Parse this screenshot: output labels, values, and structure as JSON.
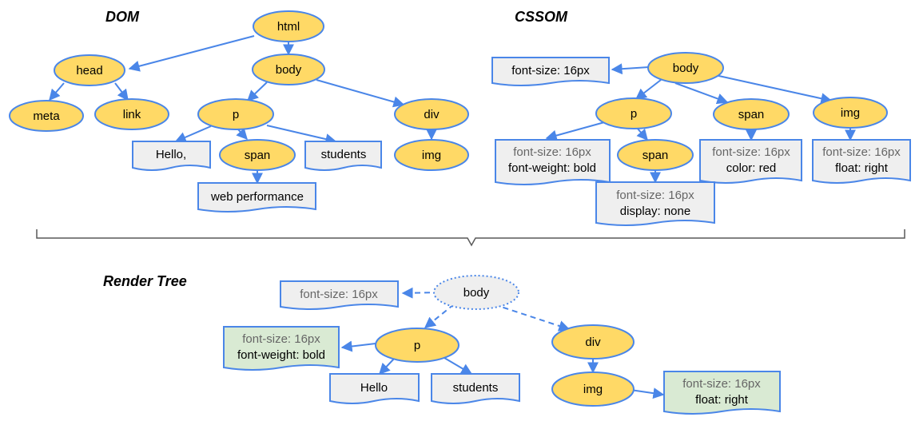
{
  "titles": {
    "dom": "DOM",
    "cssom": "CSSOM",
    "render_tree": "Render Tree"
  },
  "colors": {
    "ellipse_fill": "#FFD966",
    "stroke": "#4A86E8",
    "doc_fill": "#EFEFEF",
    "doc_fill_highlight": "#D9EAD3",
    "inherited_text": "#666666",
    "bracket": "#595959"
  },
  "dom": {
    "html": "html",
    "head": "head",
    "body": "body",
    "meta": "meta",
    "link": "link",
    "p": "p",
    "div": "div",
    "hello": "Hello,",
    "span": "span",
    "students": "students",
    "img": "img",
    "web_performance": "web performance"
  },
  "cssom": {
    "body": "body",
    "body_style": "font-size: 16px",
    "p": "p",
    "span_top": "span",
    "img": "img",
    "p_style_inherited": "font-size: 16px",
    "p_style_own": "font-weight: bold",
    "span_nested": "span",
    "span_top_style_inherited": "font-size: 16px",
    "span_top_style_own": "color: red",
    "img_style_inherited": "font-size: 16px",
    "img_style_own": "float: right",
    "span_nested_style_inherited": "font-size: 16px",
    "span_nested_style_own": "display: none"
  },
  "render_tree": {
    "body": "body",
    "body_style": "font-size: 16px",
    "p": "p",
    "div": "div",
    "p_style_inherited": "font-size: 16px",
    "p_style_own": "font-weight: bold",
    "hello": "Hello",
    "students": "students",
    "img": "img",
    "img_style_inherited": "font-size: 16px",
    "img_style_own": "float: right"
  }
}
